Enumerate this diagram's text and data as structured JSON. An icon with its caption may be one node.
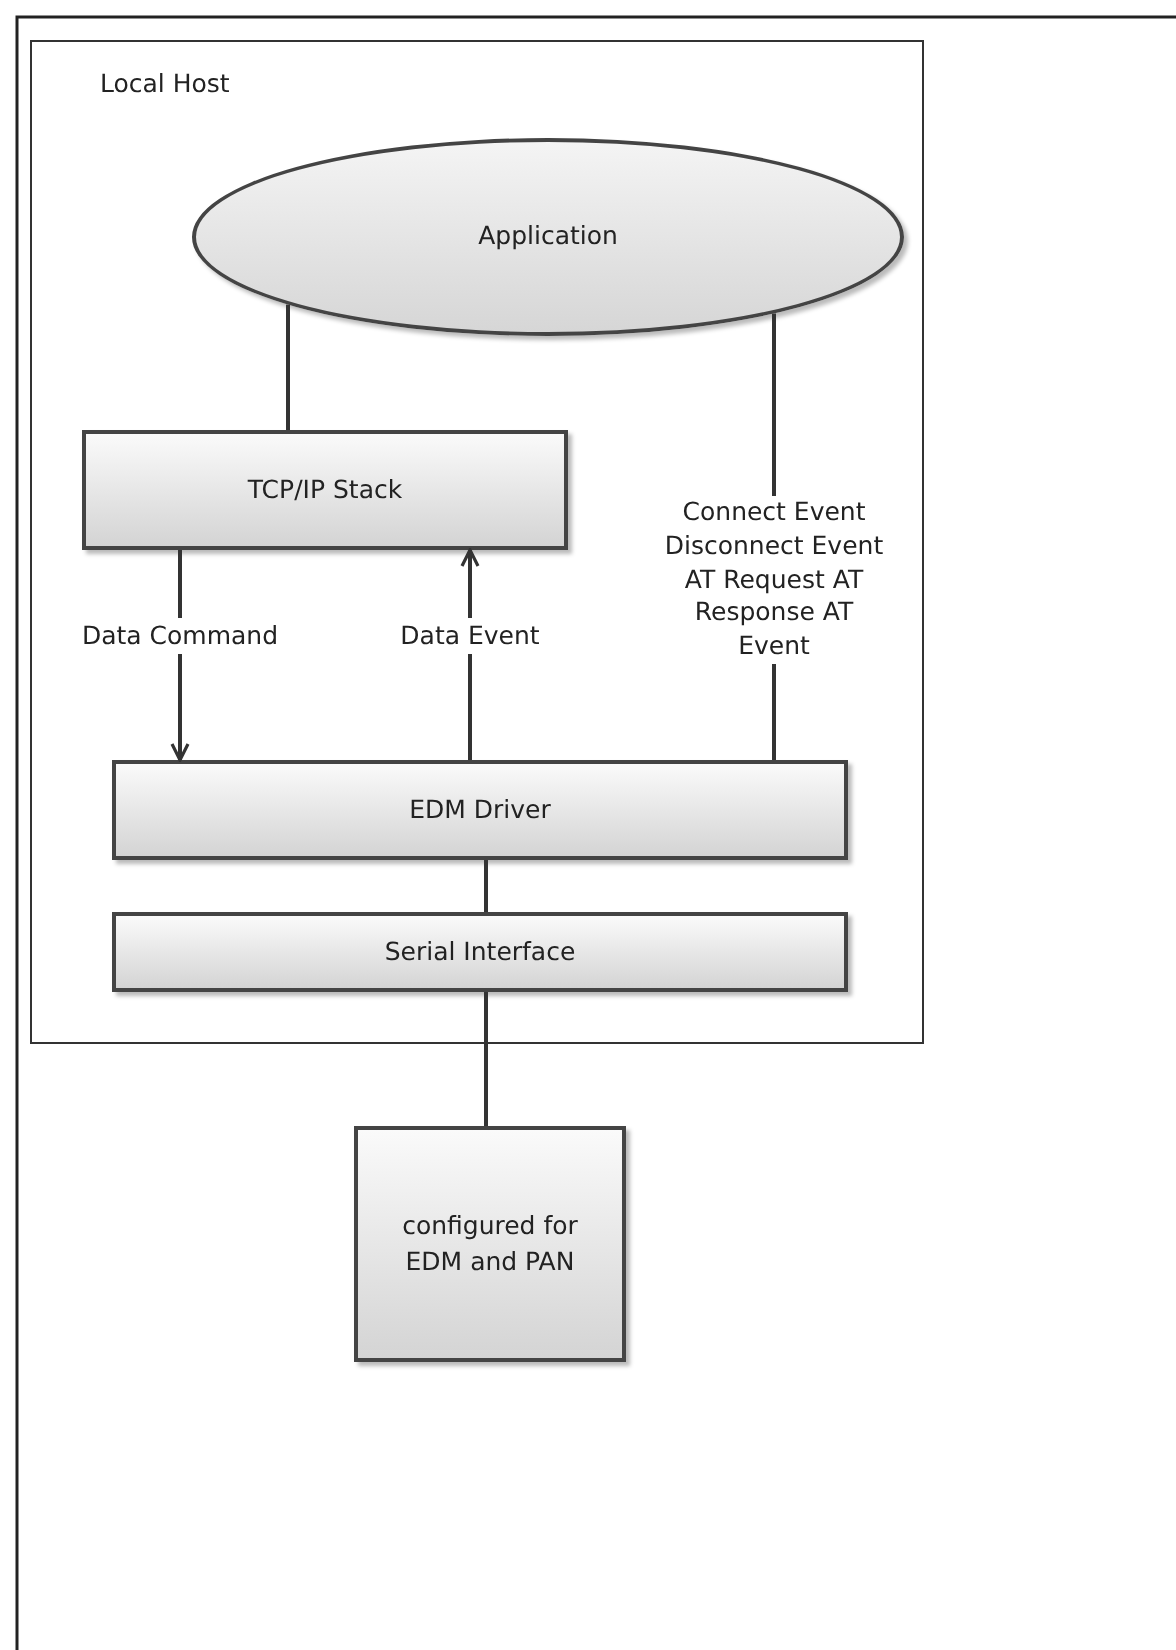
{
  "diagram": {
    "nodes": [
      {
        "text": [
          "Local Host"
        ]
      },
      {
        "text": [
          "Application"
        ],
        "in": 0
      },
      {
        "text": [
          "TCP/IP Stack"
        ],
        "in": 0
      },
      {
        "text": [
          "EDM Driver"
        ],
        "in": 0
      },
      {
        "text": [
          "Serial Interface"
        ],
        "in": 0
      },
      {
        "text": [
          "configured for EDM and PAN"
        ]
      }
    ],
    "edges": [
      {
        "from": 1,
        "to": 2,
        "arrow": "none"
      },
      {
        "from": 2,
        "to": 3,
        "label": "Data Command",
        "arrow": "to"
      },
      {
        "from": 3,
        "to": 2,
        "label": "Data Event",
        "arrow": "to"
      },
      {
        "from": 1,
        "to": 3,
        "label": "Connect Event Disconnect Event AT Request AT Response AT Event",
        "arrow": "none"
      },
      {
        "from": 3,
        "to": 4,
        "arrow": "none"
      },
      {
        "from": 4,
        "to": 5,
        "arrow": "none"
      }
    ]
  }
}
